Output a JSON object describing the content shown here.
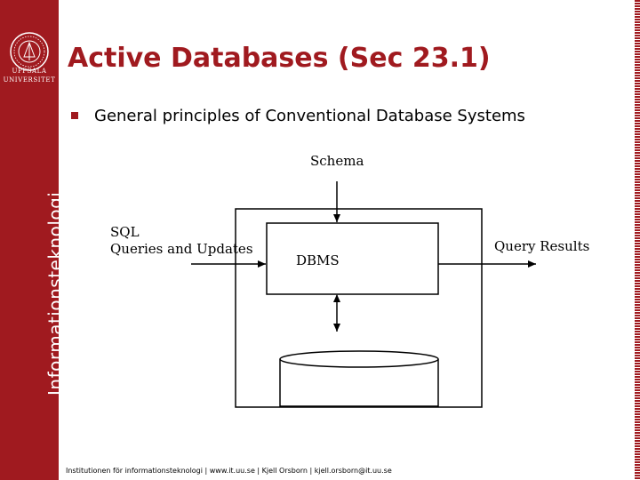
{
  "slide": {
    "title": "Active Databases (Sec 23.1)",
    "bullets": [
      {
        "text": "General principles of Conventional Database Systems",
        "marker": "square-bullet-icon"
      }
    ]
  },
  "sidebar": {
    "logo_icon": "uppsala-university-seal-icon",
    "logo_lines": [
      "UPPSALA",
      "UNIVERSITET"
    ],
    "vertical_text": "Informationsteknologi"
  },
  "diagram": {
    "schema_label": "Schema",
    "input_labels": [
      "SQL",
      "Queries and Updates"
    ],
    "dbms_label": "DBMS",
    "output_label": "Query Results",
    "storage_icon": "database-cylinder-icon"
  },
  "footer": {
    "text": "Institutionen för informationsteknologi | www.it.uu.se | Kjell Orsborn | kjell.orsborn@it.uu.se"
  },
  "colors": {
    "brand": "#a01a1f",
    "background": "#ffffff",
    "text": "#000000"
  }
}
